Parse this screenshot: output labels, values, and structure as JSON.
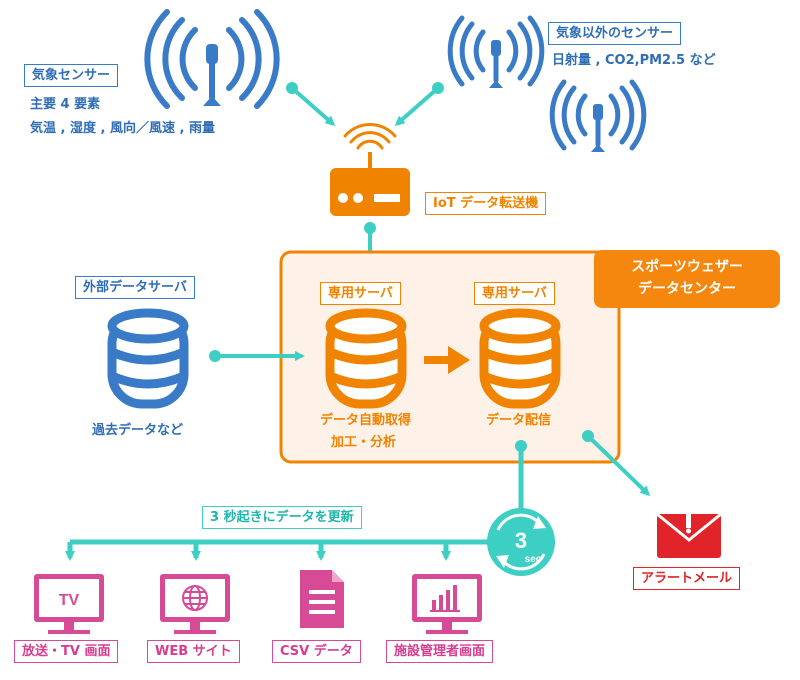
{
  "weather_sensor": {
    "title": "気象センサー",
    "line1": "主要 4 要素",
    "line2": "気温 ,  湿度 , 風向／風速 , 雨量"
  },
  "other_sensor": {
    "title": "気象以外のセンサー",
    "line1": "日射量 , CO2,PM2.5 など"
  },
  "iot_device": {
    "label": "IoT データ転送機"
  },
  "external_server": {
    "title": "外部データサーバ",
    "caption": "過去データなど"
  },
  "datacenter": {
    "title_line1": "スポーツウェザー",
    "title_line2": "データセンター",
    "server1": {
      "label": "専用サーバ",
      "caption_line1": "データ自動取得",
      "caption_line2": "加工・分析"
    },
    "server2": {
      "label": "専用サーバ",
      "caption": "データ配信"
    }
  },
  "update": {
    "label": "3 秒起きにデータを更新",
    "badge_number": "3",
    "badge_unit": "sec"
  },
  "outputs": [
    {
      "label": "放送・TV 画面",
      "screen_text": "TV"
    },
    {
      "label": "WEB サイト"
    },
    {
      "label": "CSV データ"
    },
    {
      "label": "施設管理者画面"
    }
  ],
  "alert": {
    "label": "アラートメール"
  },
  "colors": {
    "blue": "#3a7bc8",
    "orange": "#f08300",
    "teal": "#3ecfc4",
    "pink": "#d64a96",
    "red": "#e0242a"
  }
}
